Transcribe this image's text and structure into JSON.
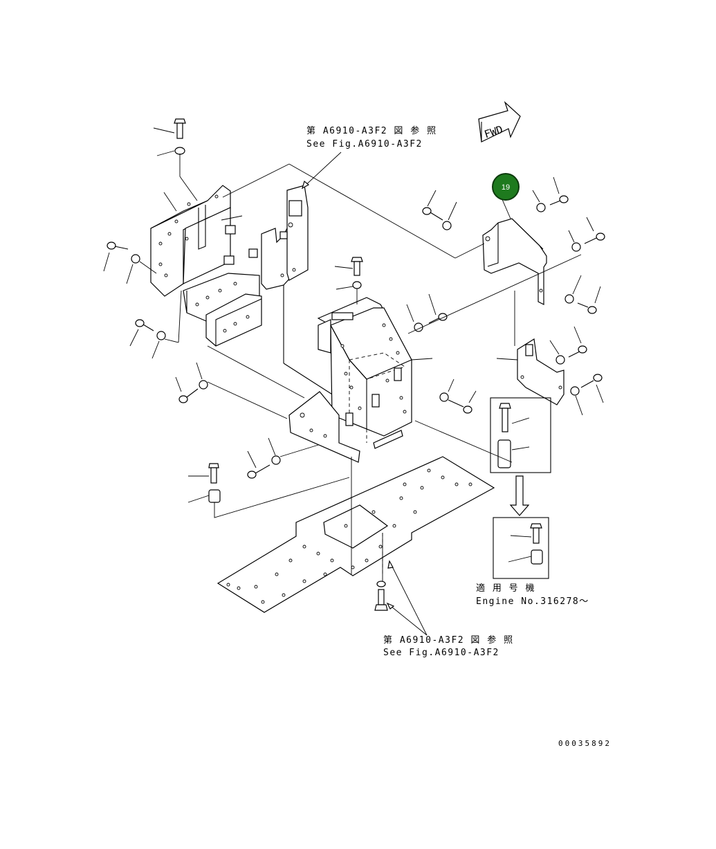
{
  "labels": {
    "ref_top_jp": "第 A6910-A3F2 図 参 照",
    "ref_top_en": "See Fig.A6910-A3F2",
    "ref_bottom_jp": "第 A6910-A3F2 図 参 照",
    "ref_bottom_en": "See Fig.A6910-A3F2",
    "applicable_jp": "適 用 号 機",
    "applicable_en": "Engine No.316278～",
    "fwd": "FWD",
    "drawing_no": "00035892"
  },
  "callouts": [
    {
      "number": "19",
      "color": "#1e7a1e"
    }
  ]
}
